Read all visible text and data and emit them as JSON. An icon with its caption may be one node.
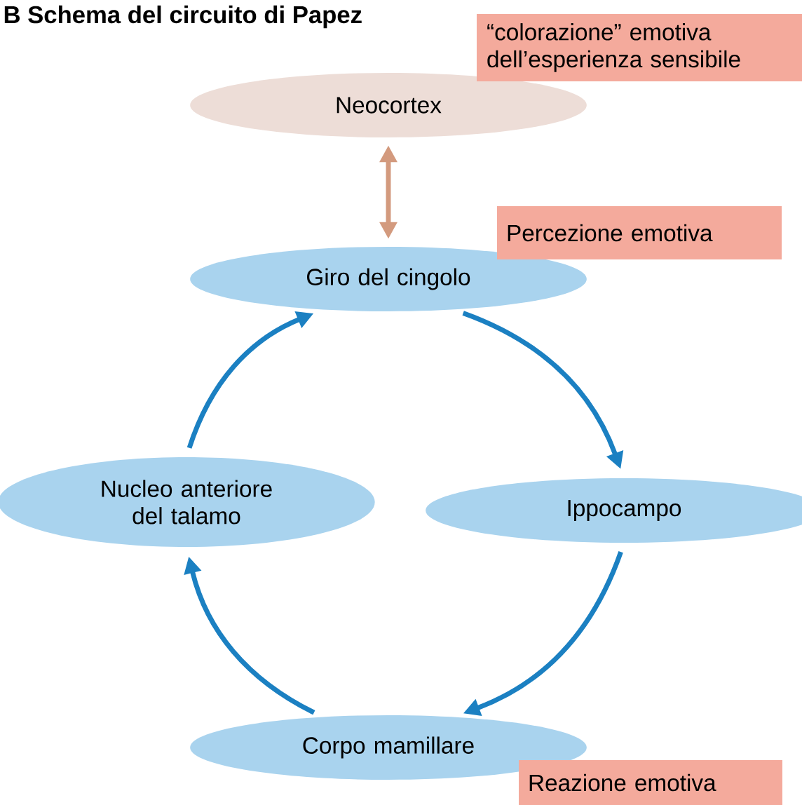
{
  "diagram": {
    "title": "B Schema del circuito di Papez",
    "nodes": [
      {
        "text": [
          "Neocortex"
        ]
      },
      {
        "text": [
          "Giro del cingolo"
        ]
      },
      {
        "text": [
          "Nucleo anteriore del talamo"
        ]
      },
      {
        "text": [
          "Ippocampo"
        ]
      },
      {
        "text": [
          "Corpo mamillare"
        ]
      },
      {
        "text": [
          "“colorazione” emotiva dell’esperienza sensibile"
        ]
      },
      {
        "text": [
          "Percezione emotiva"
        ]
      },
      {
        "text": [
          "Reazione emotiva"
        ]
      }
    ],
    "edges": [
      {
        "from": 0,
        "to": 1,
        "arrow": "both",
        "color": "#d39a7e"
      },
      {
        "from": 1,
        "to": 3,
        "arrow": "to"
      },
      {
        "from": 3,
        "to": 4,
        "arrow": "to"
      },
      {
        "from": 4,
        "to": 2,
        "arrow": "to"
      },
      {
        "from": 2,
        "to": 1,
        "arrow": "to"
      }
    ]
  }
}
